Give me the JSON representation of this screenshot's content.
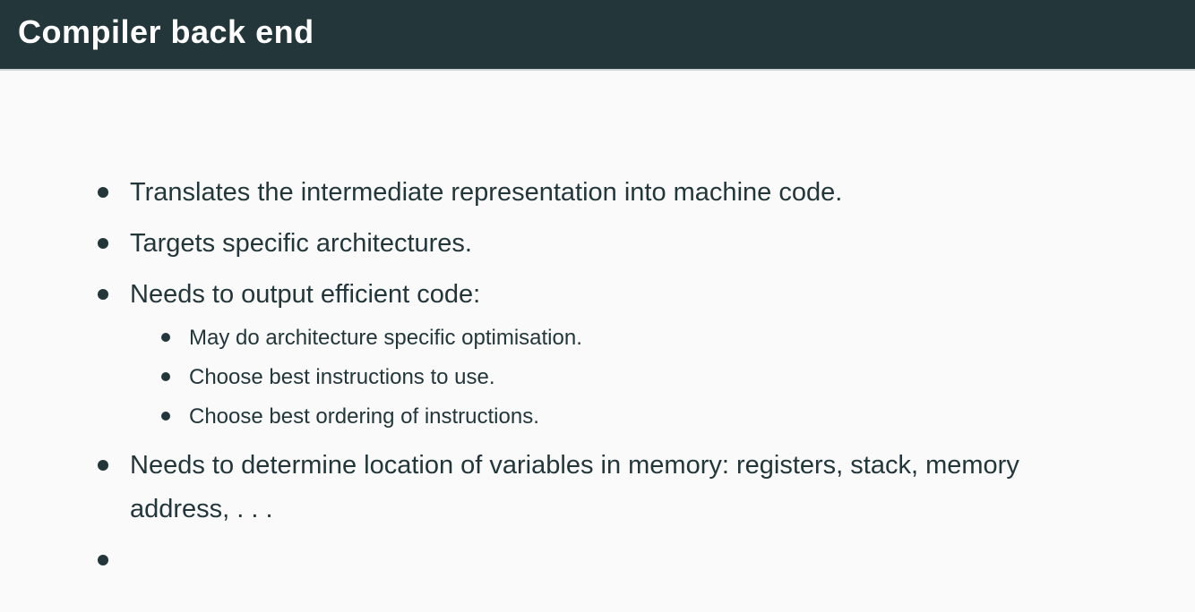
{
  "slide": {
    "title": "Compiler back end",
    "colors": {
      "header_bg": "#23373b",
      "body_bg": "#fafafa",
      "text": "#23373b",
      "title_text": "#ffffff"
    },
    "bullets": [
      {
        "text": "Translates the intermediate representation into machine code."
      },
      {
        "text": "Targets specific architectures."
      },
      {
        "text": "Needs to output efficient code:",
        "children": [
          "May do architecture specific optimisation.",
          "Choose best instructions to use.",
          "Choose best ordering of instructions."
        ]
      },
      {
        "text": "Needs to determine location of variables in memory: registers, stack, memory\naddress, . . ."
      },
      {
        "text": ""
      }
    ]
  }
}
